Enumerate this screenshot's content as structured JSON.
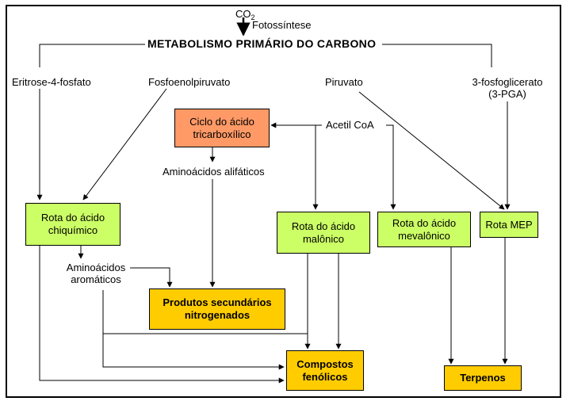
{
  "top": {
    "co2_main": "CO",
    "co2_sub": "2",
    "fotossintese": "Fotossíntese",
    "title": "METABOLISMO PRIMÁRIO DO CARBONO"
  },
  "precursors": {
    "eritrose": "Eritrose-4-fosfato",
    "fosfoenolpiruvato": "Fosfoenolpiruvato",
    "piruvato": "Piruvato",
    "fosfoglicerato_line1": "3-fosfoglicerato",
    "fosfoglicerato_line2": "(3-PGA)",
    "acetil": "Acetil CoA"
  },
  "boxes": {
    "ciclo_line1": "Ciclo do ácido",
    "ciclo_line2": "tricarboxílico",
    "chiquimico_line1": "Rota do ácido",
    "chiquimico_line2": "chiquímico",
    "malonico_line1": "Rota do ácido",
    "malonico_line2": "malônico",
    "mevalonico_line1": "Rota do ácido",
    "mevalonico_line2": "mevalônico",
    "mep": "Rota MEP",
    "nitrogenados_line1": "Produtos secundários",
    "nitrogenados_line2": "nitrogenados",
    "fenolicos_line1": "Compostos",
    "fenolicos_line2": "fenólicos",
    "terpenos": "Terpenos"
  },
  "labels": {
    "alifaticos": "Aminoácidos alifáticos",
    "aromaticos_line1": "Aminoácidos",
    "aromaticos_line2": "aromáticos"
  },
  "colors": {
    "pathway_box": "#ccff66",
    "tca_box": "#ff9966",
    "product_box": "#ffcc00"
  }
}
